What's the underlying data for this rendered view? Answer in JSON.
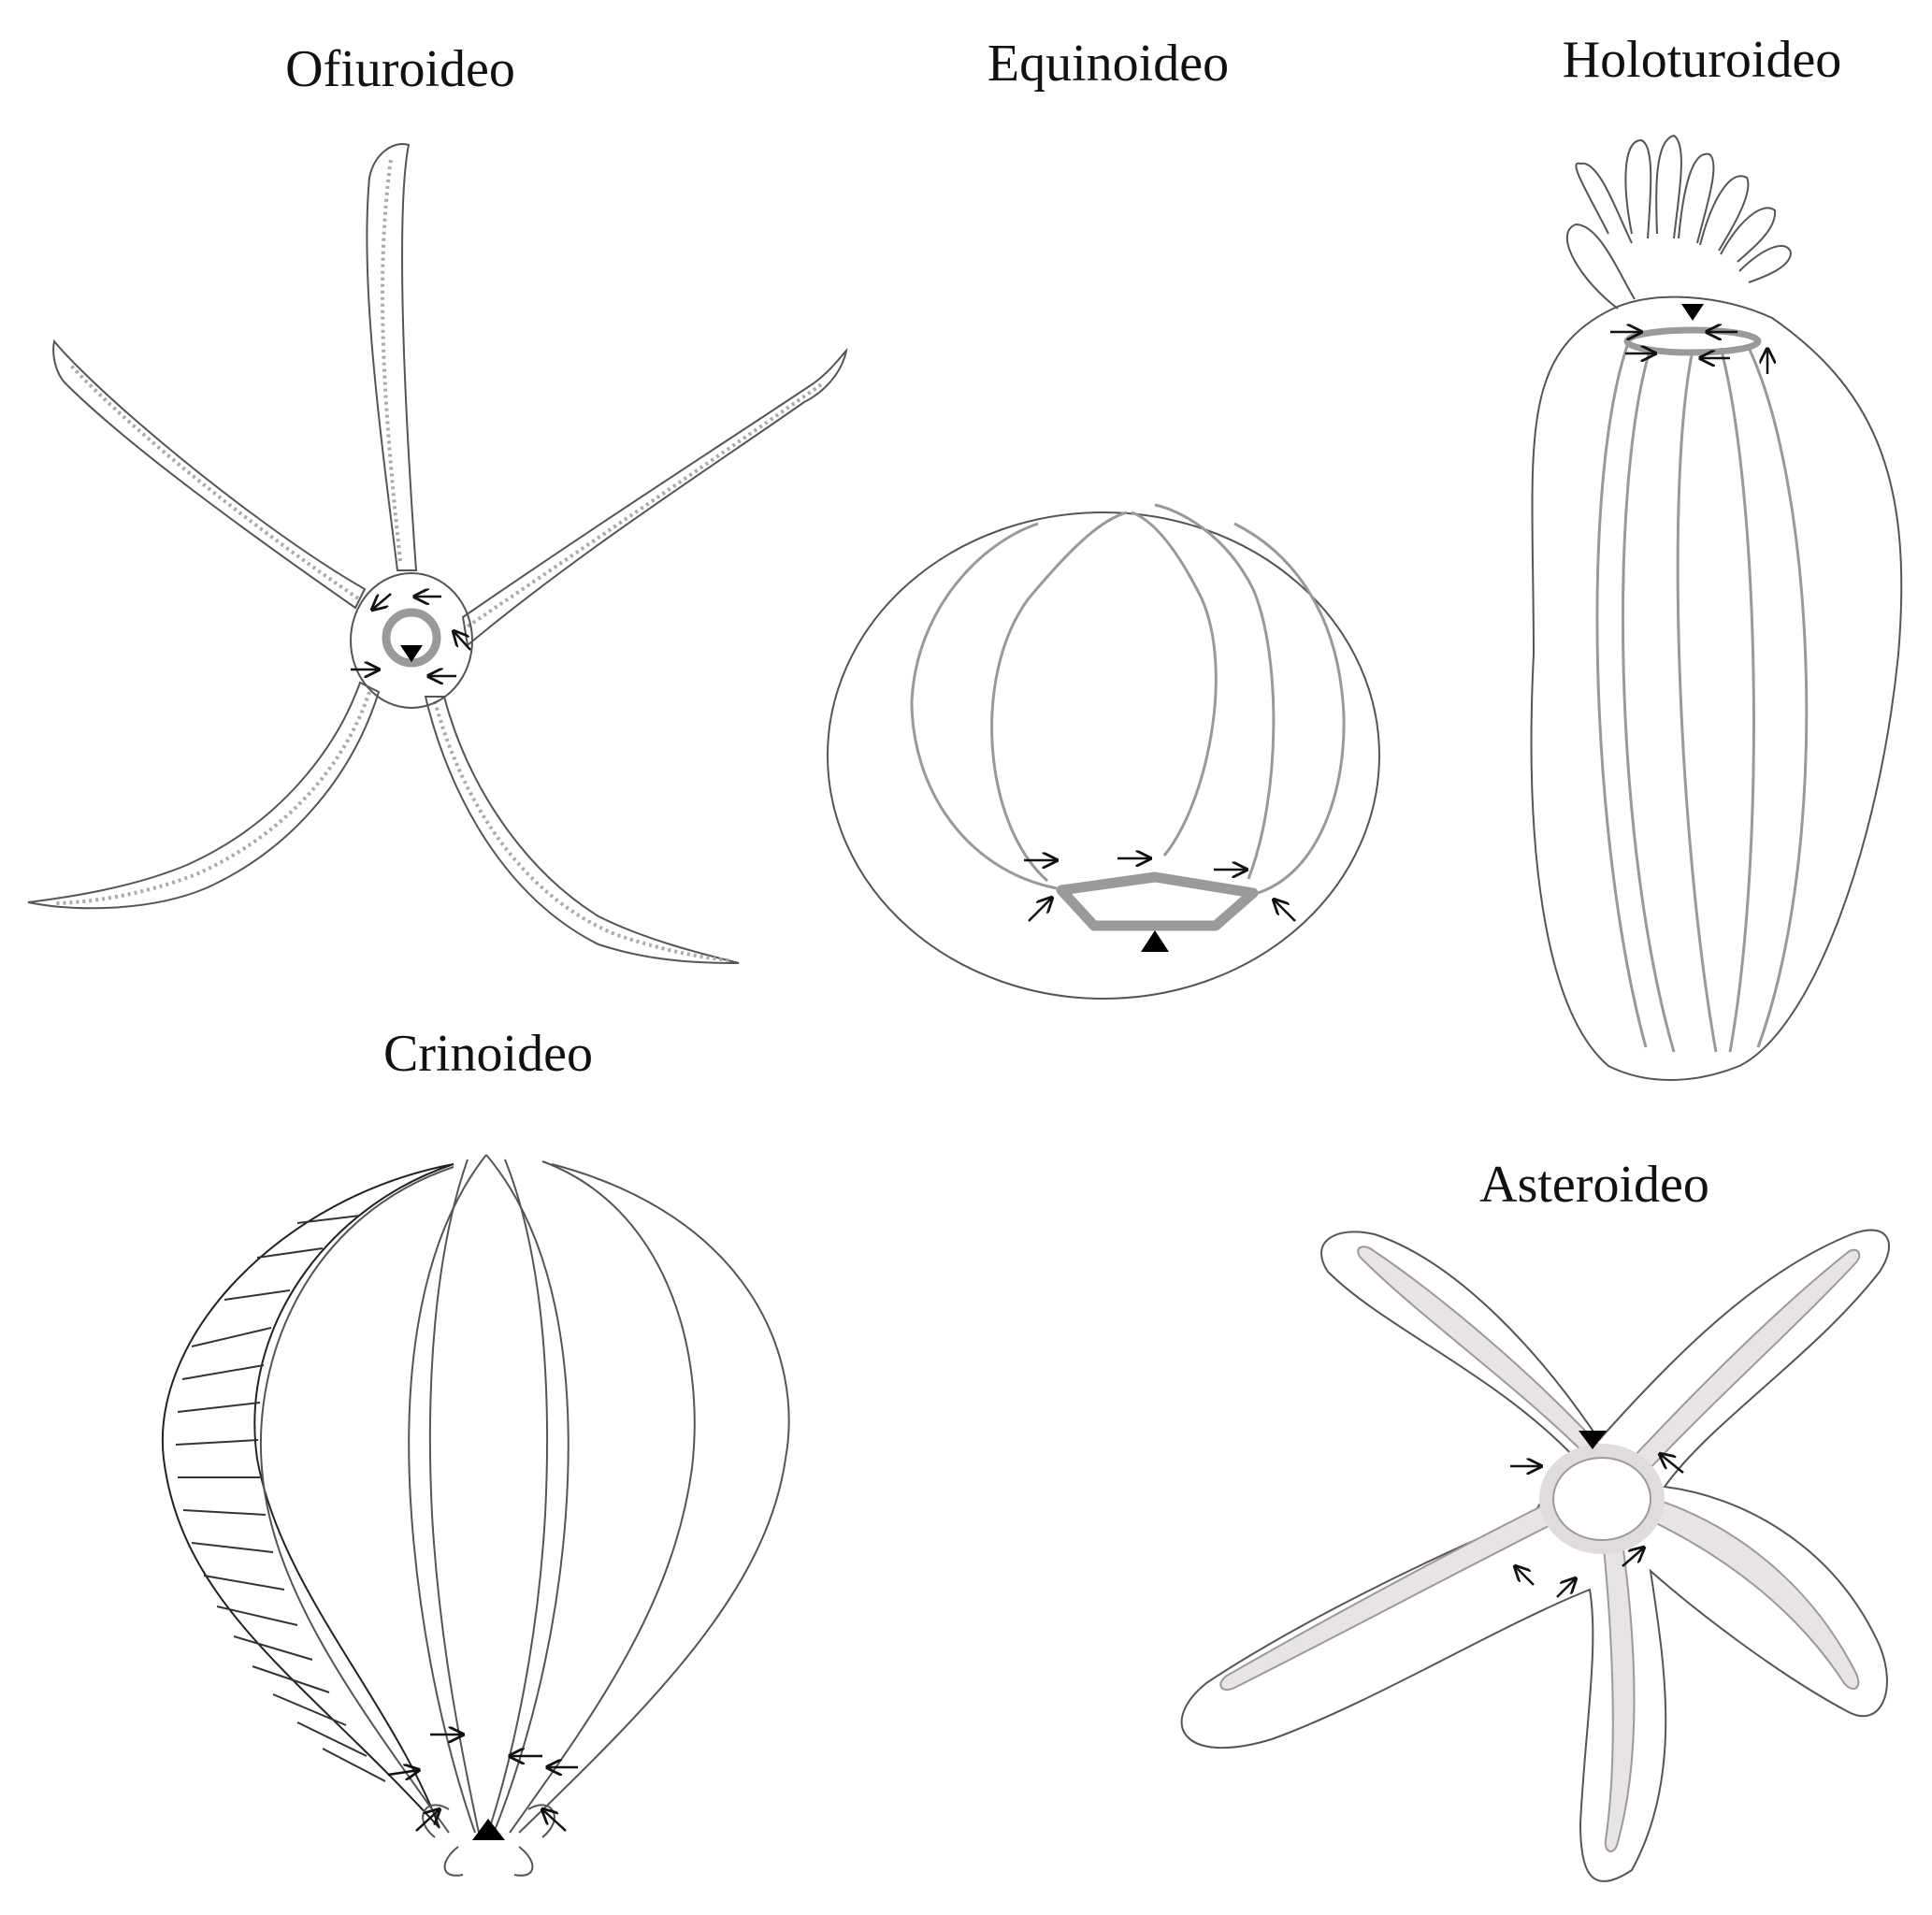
{
  "labels": {
    "ophiuroid": "Ofiuroideo",
    "echinoid": "Equinoideo",
    "holothuroid": "Holoturoideo",
    "crinoid": "Crinoideo",
    "asteroid": "Asteroideo"
  },
  "colors": {
    "ring_canal": "#9a9a9a",
    "asteroid_canal_fill": "#e8e4e4",
    "outline": "#555555",
    "marker": "#000000"
  }
}
